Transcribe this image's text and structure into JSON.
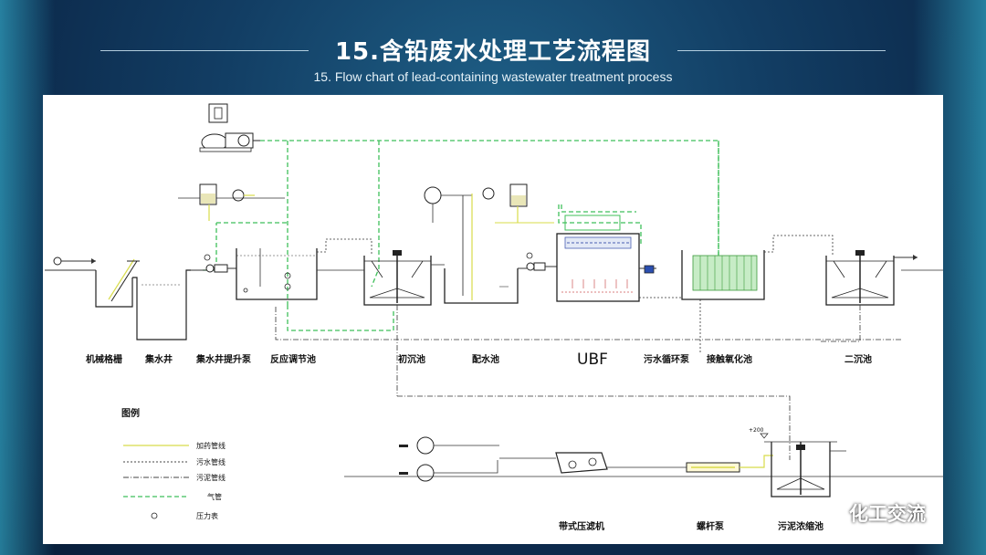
{
  "header": {
    "title": "15.含铅废水处理工艺流程图",
    "subtitle": "15. Flow chart of lead-containing wastewater treatment process"
  },
  "diagram": {
    "units": {
      "mechanical_screen": "机械格栅",
      "collection_well": "集水井",
      "collection_pump": "集水井提升泵",
      "reaction_tank": "反应调节池",
      "primary_clarifier": "初沉池",
      "water_distribution_tank": "配水池",
      "ubf": "UBF",
      "sewage_circulation_pump": "污水循环泵",
      "contact_oxidation_tank": "接触氧化池",
      "secondary_clarifier": "二沉池",
      "belt_filter_press": "带式压滤机",
      "screw_pump": "螺杆泵",
      "sludge_thickener": "污泥浓缩池"
    },
    "legend": {
      "title": "图例",
      "items": [
        {
          "label": "加药管线",
          "color": "#d8dc4a",
          "style": "solid"
        },
        {
          "label": "污水管线",
          "color": "#444444",
          "style": "dotted"
        },
        {
          "label": "污泥管线",
          "color": "#444444",
          "style": "dashdot"
        },
        {
          "label": "气管",
          "color": "#3fbf5a",
          "style": "dashed"
        },
        {
          "label": "压力表",
          "color": "#222222",
          "style": "symbol"
        }
      ]
    },
    "elevation": "+200"
  },
  "watermark": {
    "text": "化工交流"
  },
  "colors": {
    "background": "#123d63",
    "panel": "#ffffff",
    "dosing_line": "#d8dc4a",
    "air_line": "#3fbf5a",
    "sewage_line": "#444444"
  }
}
